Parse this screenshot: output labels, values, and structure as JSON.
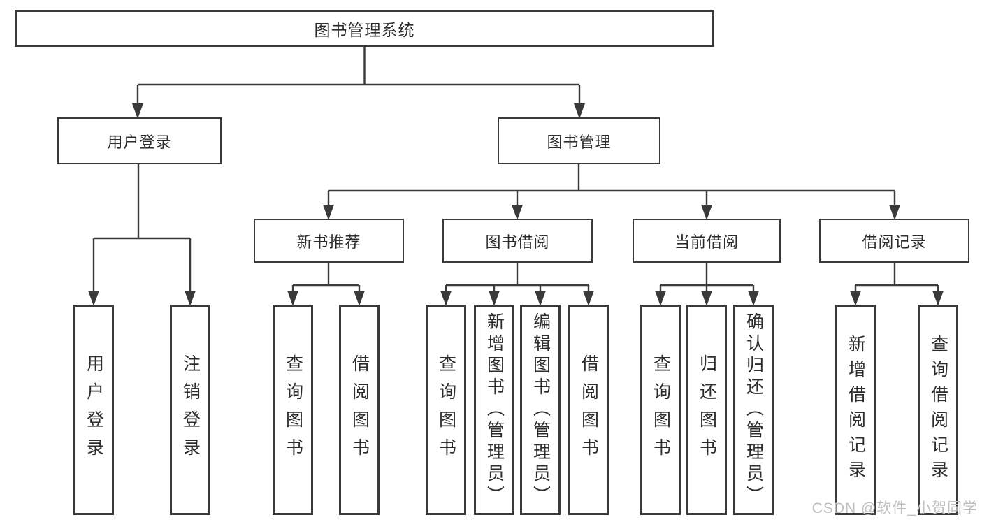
{
  "colors": {
    "background": "#ffffff",
    "line": "#3a3a3a",
    "text": "#2c2c2c",
    "watermark": "#bfbfbf"
  },
  "watermark": {
    "text": "CSDN @软件_小贺同学"
  },
  "diagram": {
    "root": {
      "label": "图书管理系统"
    },
    "branches": [
      {
        "label": "用户登录",
        "children": [
          {
            "label": "用户登录"
          },
          {
            "label": "注销登录"
          }
        ]
      },
      {
        "label": "图书管理",
        "children": [
          {
            "label": "新书推荐",
            "children": [
              {
                "label": "查询图书"
              },
              {
                "label": "借阅图书"
              }
            ]
          },
          {
            "label": "图书借阅",
            "children": [
              {
                "label": "查询图书"
              },
              {
                "label": "新增图书（管理员）"
              },
              {
                "label": "编辑图书（管理员）"
              },
              {
                "label": "借阅图书"
              }
            ]
          },
          {
            "label": "当前借阅",
            "children": [
              {
                "label": "查询图书"
              },
              {
                "label": "归还图书"
              },
              {
                "label": "确认归还（管理员）"
              }
            ]
          },
          {
            "label": "借阅记录",
            "children": [
              {
                "label": "新增借阅记录"
              },
              {
                "label": "查询借阅记录"
              }
            ]
          }
        ]
      }
    ]
  }
}
